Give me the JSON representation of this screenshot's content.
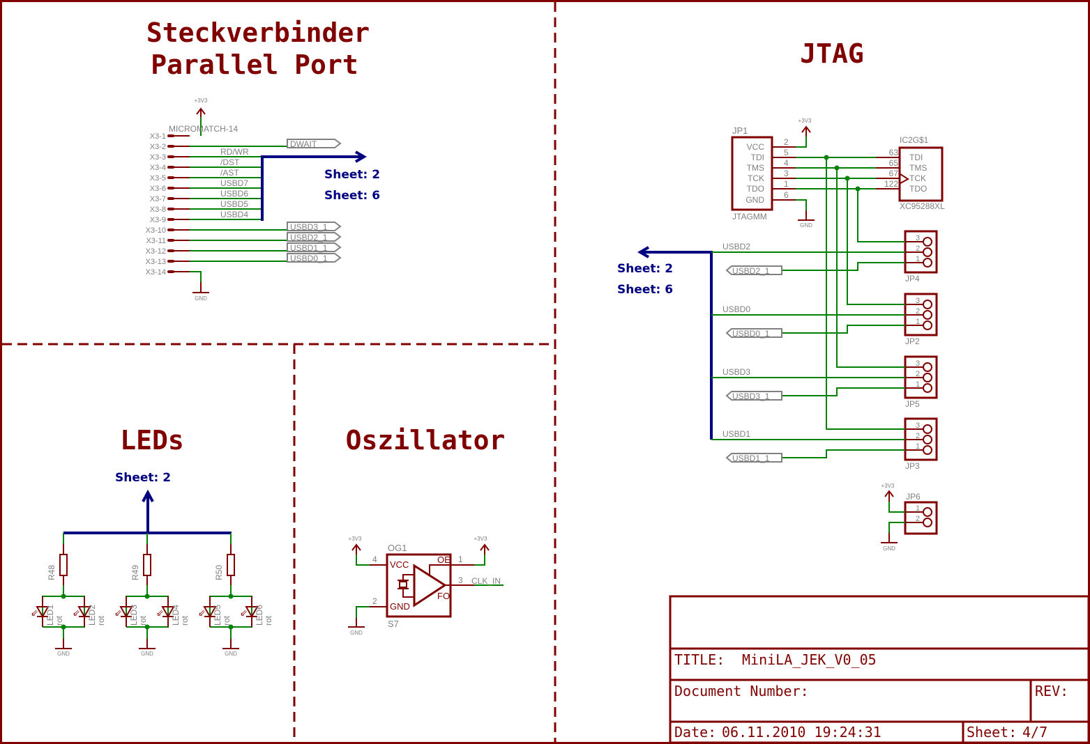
{
  "sections": {
    "parallel_port": {
      "title_line1": "Steckverbinder",
      "title_line2": "Parallel Port"
    },
    "jtag": {
      "title": "JTAG"
    },
    "leds": {
      "title": "LEDs"
    },
    "oscillator": {
      "title": "Oszillator"
    }
  },
  "sheet_refs": {
    "pp": [
      "Sheet: 2",
      "Sheet: 6"
    ],
    "jtag": [
      "Sheet: 2",
      "Sheet: 6"
    ],
    "leds": [
      "Sheet: 2"
    ]
  },
  "connector_x3": {
    "part_name": "MICROMATCH-14",
    "supply": "+3V3",
    "ground": "GND",
    "pins": [
      "X3-1",
      "X3-2",
      "X3-3",
      "X3-4",
      "X3-5",
      "X3-6",
      "X3-7",
      "X3-8",
      "X3-9",
      "X3-10",
      "X3-11",
      "X3-12",
      "X3-13",
      "X3-14"
    ],
    "bus_nets": [
      "RD/WR",
      "/DST",
      "/AST",
      "USBD7",
      "USBD6",
      "USBD5",
      "USBD4"
    ],
    "labels": [
      "DWAIT",
      "USBD3_1",
      "USBD2_1",
      "USBD1_1",
      "USBD0_1"
    ]
  },
  "jp1": {
    "name": "JP1",
    "value": "JTAGMM",
    "pin_names": [
      "VCC",
      "TDI",
      "TMS",
      "TCK",
      "TDO",
      "GND"
    ],
    "pin_numbers": [
      "2",
      "5",
      "4",
      "3",
      "1",
      "6"
    ],
    "supply": "+3V3",
    "ground": "GND"
  },
  "ic2": {
    "name": "IC2G$1",
    "value": "XC95288XL",
    "pin_names": [
      "TDI",
      "TMS",
      "TCK",
      "TDO"
    ],
    "pin_numbers": [
      "63",
      "65",
      "67",
      "122"
    ]
  },
  "jumpers": [
    {
      "name": "JP4",
      "net": "USBD2",
      "label": "USBD2_1"
    },
    {
      "name": "JP2",
      "net": "USBD0",
      "label": "USBD0_1"
    },
    {
      "name": "JP5",
      "net": "USBD3",
      "label": "USBD3_1"
    },
    {
      "name": "JP3",
      "net": "USBD1",
      "label": "USBD1_1"
    }
  ],
  "jumper_pins": [
    "3",
    "2",
    "1"
  ],
  "jp6": {
    "name": "JP6",
    "pins": [
      "1",
      "2"
    ],
    "supply": "+3V3",
    "ground": "GND"
  },
  "leds": {
    "resistors": [
      "R48",
      "R49",
      "R50"
    ],
    "leds": [
      "LED1",
      "LED2",
      "LED3",
      "LED4",
      "LED5",
      "LED6"
    ],
    "led_value": "rot",
    "ground": "GND"
  },
  "oscillator": {
    "name": "OG1",
    "value": "S7",
    "pins": {
      "vcc": "VCC",
      "gnd": "GND",
      "oe": "OE",
      "fo": "FO"
    },
    "pin_numbers": {
      "vcc": "4",
      "gnd": "2",
      "oe": "1",
      "fo": "3"
    },
    "net_out": "CLK_IN",
    "supply": "+3V3",
    "ground": "GND"
  },
  "title_block": {
    "title_label": "TITLE:",
    "title_value": "MiniLA_JEK_V0_05",
    "doc_label": "Document Number:",
    "rev_label": "REV:",
    "date_label": "Date:",
    "date_value": "06.11.2010 19:24:31",
    "sheet_label": "Sheet:",
    "sheet_value": "4/7"
  }
}
